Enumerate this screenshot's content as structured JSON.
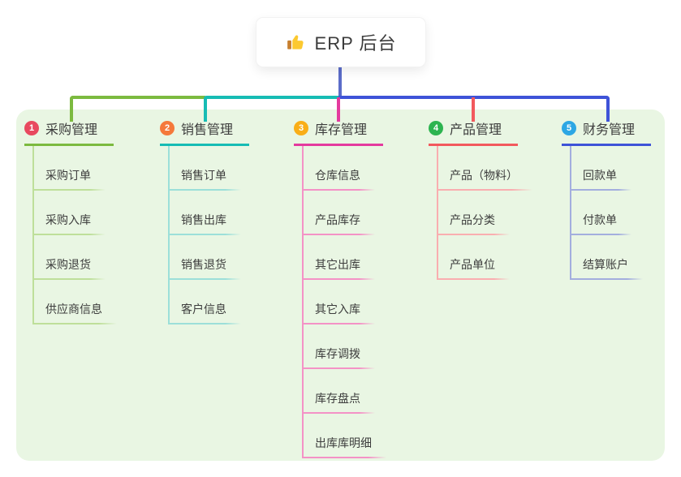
{
  "root": {
    "title": "ERP 后台",
    "icon": "thumbs-up-icon"
  },
  "canvas": {
    "panel_color": "#e9f6e3",
    "root_line_color": "#5b6cc9"
  },
  "branches": [
    {
      "number": "1",
      "label": "采购管理",
      "color": "#7cba3f",
      "light_color": "#bedf9a",
      "badge_color": "#e8495f",
      "children": [
        "采购订单",
        "采购入库",
        "采购退货",
        "供应商信息"
      ]
    },
    {
      "number": "2",
      "label": "销售管理",
      "color": "#16bcb4",
      "light_color": "#9cdfd9",
      "badge_color": "#f5793b",
      "children": [
        "销售订单",
        "销售出库",
        "销售退货",
        "客户信息"
      ]
    },
    {
      "number": "3",
      "label": "库存管理",
      "color": "#e43a9e",
      "light_color": "#f492c6",
      "badge_color": "#f9ae17",
      "children": [
        "仓库信息",
        "产品库存",
        "其它出库",
        "其它入库",
        "库存调拨",
        "库存盘点",
        "出库库明细"
      ]
    },
    {
      "number": "4",
      "label": "产品管理",
      "color": "#f2595d",
      "light_color": "#f9aeb0",
      "badge_color": "#2db450",
      "children": [
        "产品（物料）",
        "产品分类",
        "产品单位"
      ]
    },
    {
      "number": "5",
      "label": "财务管理",
      "color": "#3e53d8",
      "light_color": "#a3aede",
      "badge_color": "#2da7e4",
      "children": [
        "回款单",
        "付款单",
        "结算账户"
      ]
    }
  ]
}
